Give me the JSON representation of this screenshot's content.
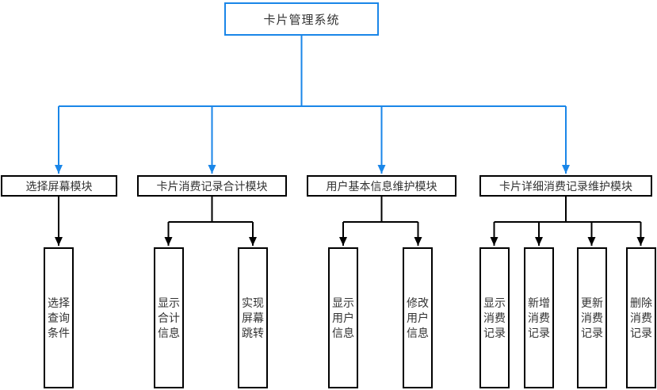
{
  "diagram": {
    "title": "卡片管理系统",
    "colors": {
      "accent_blue": "#1a86e8",
      "line_black": "#000000",
      "node_background": "#ffffff",
      "text": "#333333"
    },
    "root": {
      "label": "卡片管理系统"
    },
    "modules": [
      {
        "label": "选择屏幕模块",
        "children": [
          {
            "lines": [
              "选择",
              "查询",
              "条件"
            ]
          }
        ]
      },
      {
        "label": "卡片消费记录合计模块",
        "children": [
          {
            "lines": [
              "显示",
              "合计",
              "信息"
            ]
          },
          {
            "lines": [
              "实现",
              "屏幕",
              "跳转"
            ]
          }
        ]
      },
      {
        "label": "用户基本信息维护模块",
        "children": [
          {
            "lines": [
              "显示",
              "用户",
              "信息"
            ]
          },
          {
            "lines": [
              "修改",
              "用户",
              "信息"
            ]
          }
        ]
      },
      {
        "label": "卡片详细消费记录维护模块",
        "children": [
          {
            "lines": [
              "显示",
              "消费",
              "记录"
            ]
          },
          {
            "lines": [
              "新增",
              "消费",
              "记录"
            ]
          },
          {
            "lines": [
              "更新",
              "消费",
              "记录"
            ]
          },
          {
            "lines": [
              "删除",
              "消费",
              "记录"
            ]
          }
        ]
      }
    ]
  }
}
